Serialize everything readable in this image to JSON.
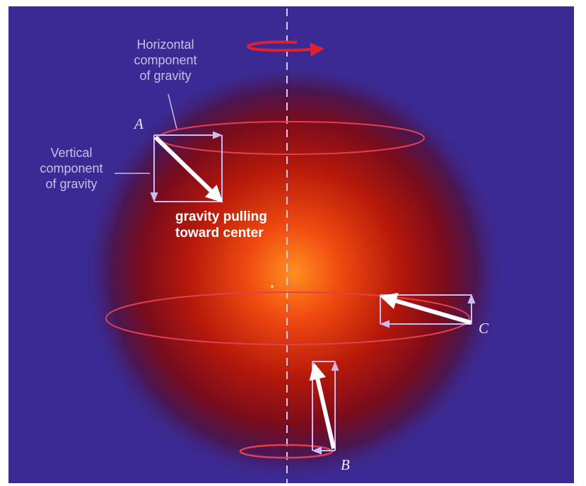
{
  "labels": {
    "horizontal": "Horizontal\ncomponent\nof gravity",
    "vertical": "Vertical\ncomponent\nof gravity",
    "gravity": "gravity pulling\ntoward center"
  },
  "points": {
    "a": "A",
    "b": "B",
    "c": "C"
  },
  "colors": {
    "background": "#3b2a93",
    "orbit": "#d42a3a",
    "axis": "#d9c9ff",
    "arrow": "#ffffff",
    "component": "#c9b8ee",
    "core": "#ff8a1a",
    "mantle": "#8a1208"
  }
}
